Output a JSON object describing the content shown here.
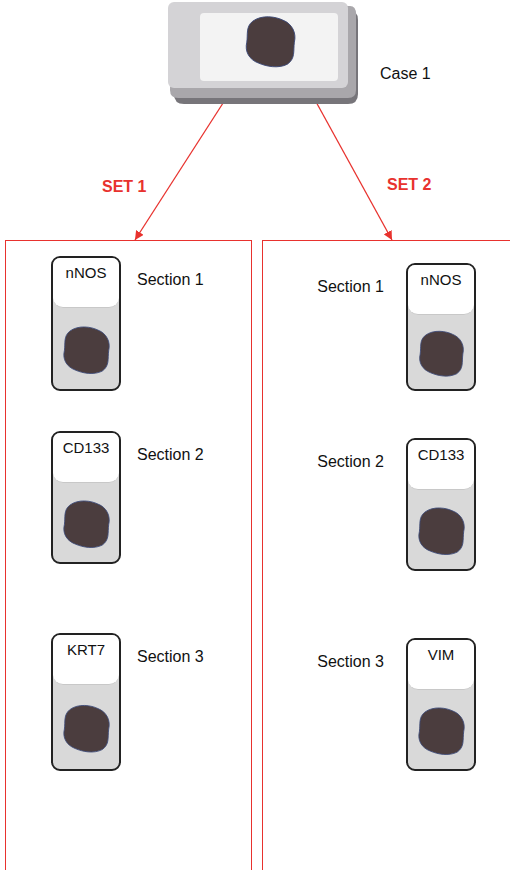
{
  "diagram": {
    "nodes": [
      {
        "text": [
          "Case 1"
        ]
      },
      {},
      {},
      {
        "text": [
          "nNOS",
          "Section 1"
        ],
        "in": 1
      },
      {
        "text": [
          "CD133",
          "Section 2"
        ],
        "in": 1
      },
      {
        "text": [
          "KRT7",
          "Section 3"
        ],
        "in": 1
      },
      {
        "text": [
          "nNOS",
          "Section 1"
        ],
        "in": 2
      },
      {
        "text": [
          "CD133",
          "Section 2"
        ],
        "in": 2
      },
      {
        "text": [
          "VIM",
          "Section 3"
        ],
        "in": 2
      }
    ],
    "edges": [
      {
        "from": 0,
        "to": 1,
        "arrow": "to",
        "label": "SET 1"
      },
      {
        "from": 0,
        "to": 2,
        "arrow": "to",
        "label": "SET 2"
      }
    ]
  }
}
